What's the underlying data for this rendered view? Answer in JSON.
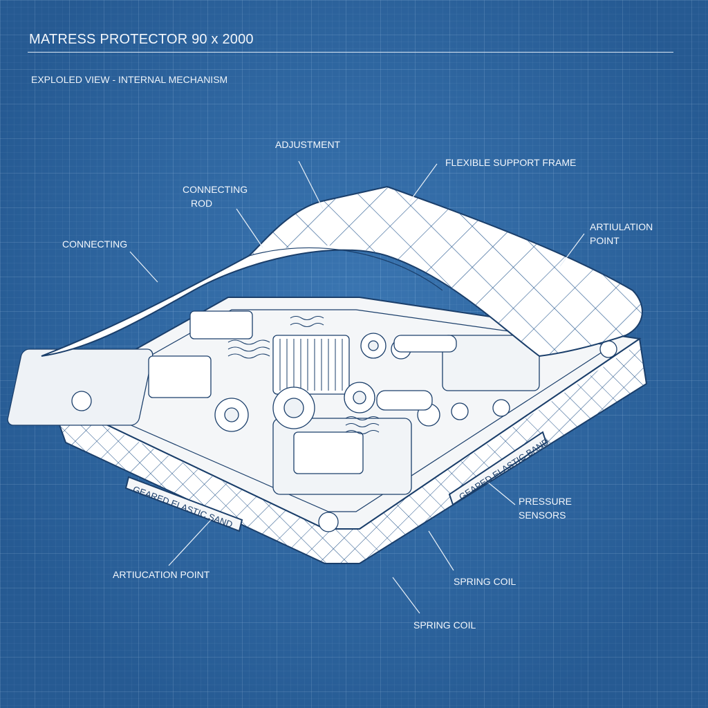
{
  "header": {
    "title": "MATRESS PROTECTOR 90 x 2000",
    "subtitle": "EXPLOLED VIEW - INTERNAL MECHANISM"
  },
  "callouts": {
    "adjustment": "ADJUSTMENT",
    "flexible_support_frame": "FLEXIBLE SUPPORT FRAME",
    "connecting_rod_line1": "CONNECTING",
    "connecting_rod_line2": "ROD",
    "connecting": "CONNECTING",
    "artiulation_point_line1": "ARTIULATION",
    "artiulation_point_line2": "POINT",
    "pressure_sensors_line1": "PRESSURE",
    "pressure_sensors_line2": "SENSORS",
    "artiucation_point": "ARTIUCATION POINT",
    "spring_coil_1": "SPRING COIL",
    "spring_coil_2": "SPRING COIL"
  },
  "band_labels": {
    "left": "GEARED ELASTIC SAND",
    "right": "GEAPED ELASTIC BAND"
  },
  "colors": {
    "background": "#2f6aa6",
    "line": "#ffffff"
  }
}
